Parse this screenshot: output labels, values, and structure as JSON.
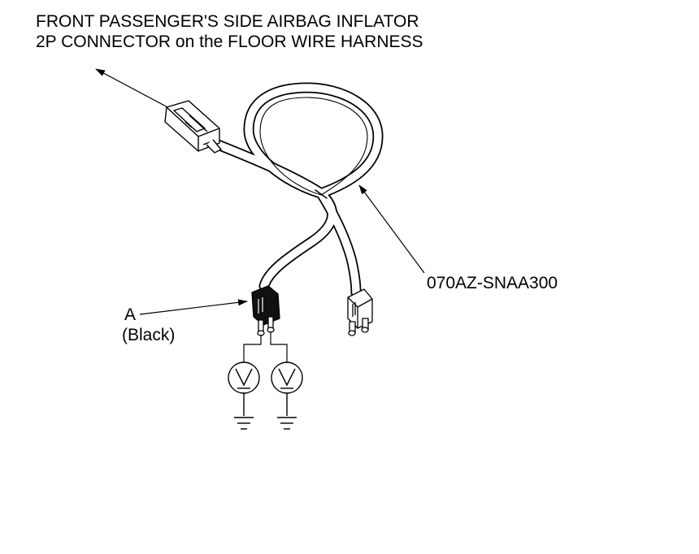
{
  "title": {
    "line1": "FRONT PASSENGER'S SIDE AIRBAG INFLATOR",
    "line2": "2P CONNECTOR on the FLOOR WIRE HARNESS"
  },
  "part_number": "070AZ-SNAA300",
  "connector_a": {
    "letter": "A",
    "color_note": "(Black)"
  },
  "colors": {
    "line": "#000000",
    "background": "#ffffff",
    "connector_a_fill": "#111111"
  },
  "icons": [
    "voltmeter-icon",
    "ground-icon",
    "arrow-icon"
  ]
}
